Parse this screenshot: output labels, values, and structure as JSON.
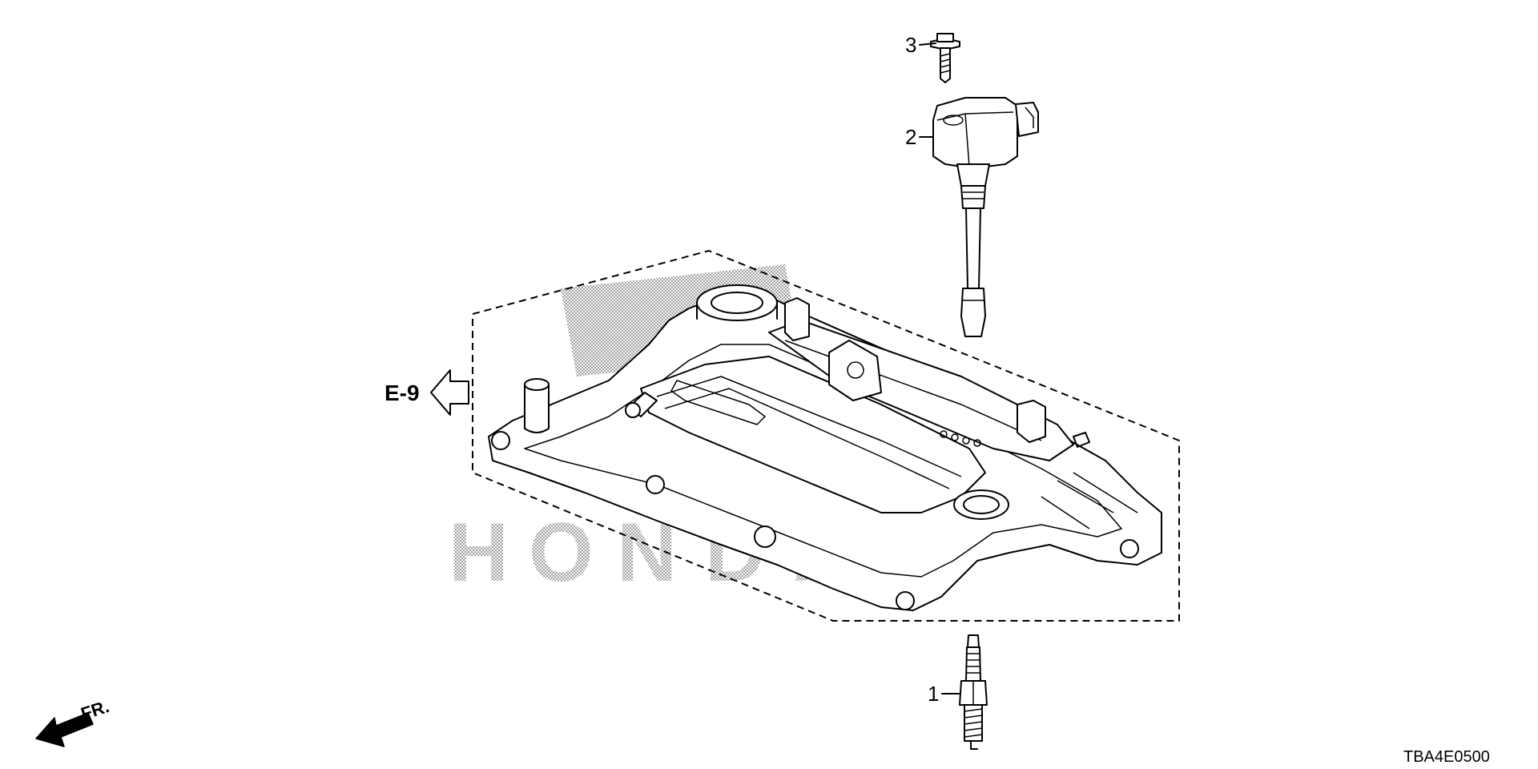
{
  "callouts": [
    {
      "number": "1",
      "part": "spark-plug"
    },
    {
      "number": "2",
      "part": "ignition-coil"
    },
    {
      "number": "3",
      "part": "bolt"
    }
  ],
  "reference": {
    "label": "E-9",
    "arrow_icon": "hollow-arrow-left-icon"
  },
  "front_indicator": {
    "label": "FR.",
    "arrow_icon": "solid-arrow-down-left-icon"
  },
  "diagram_code": "TBA4E0500",
  "watermark": {
    "letters": [
      "H",
      "O",
      "N",
      "D",
      "A"
    ]
  },
  "colors": {
    "line": "#000000",
    "background": "#ffffff",
    "halftone": "#555555"
  }
}
